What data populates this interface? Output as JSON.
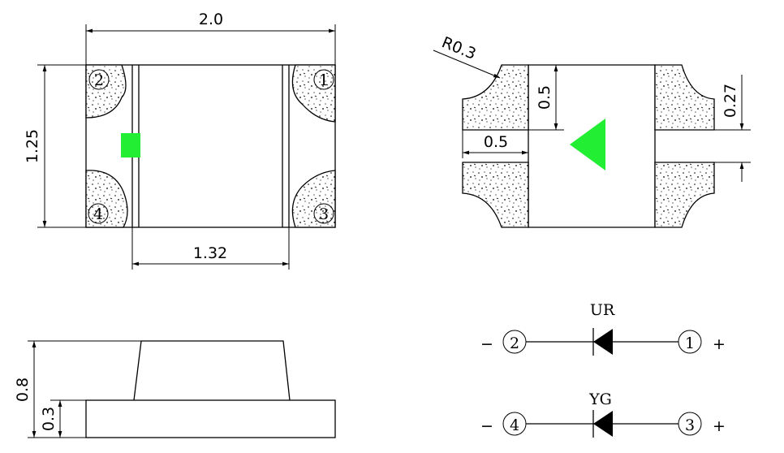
{
  "colors": {
    "green": "#22ee33",
    "ink": "#000000"
  },
  "top_view": {
    "width_dim": "2.0",
    "height_dim": "1.25",
    "inner_dim": "1.32",
    "pins": {
      "p1": "1",
      "p2": "2",
      "p3": "3",
      "p4": "4"
    }
  },
  "pad_view": {
    "radius": "R0.3",
    "pad_h": "0.5",
    "pad_w": "0.5",
    "gap": "0.27"
  },
  "side_view": {
    "total_h": "0.8",
    "base_h": "0.3"
  },
  "schematic": {
    "led1": {
      "label": "UR",
      "left_pin": "2",
      "right_pin": "1",
      "minus": "−",
      "plus": "+"
    },
    "led2": {
      "label": "YG",
      "left_pin": "4",
      "right_pin": "3",
      "minus": "−",
      "plus": "+"
    }
  }
}
